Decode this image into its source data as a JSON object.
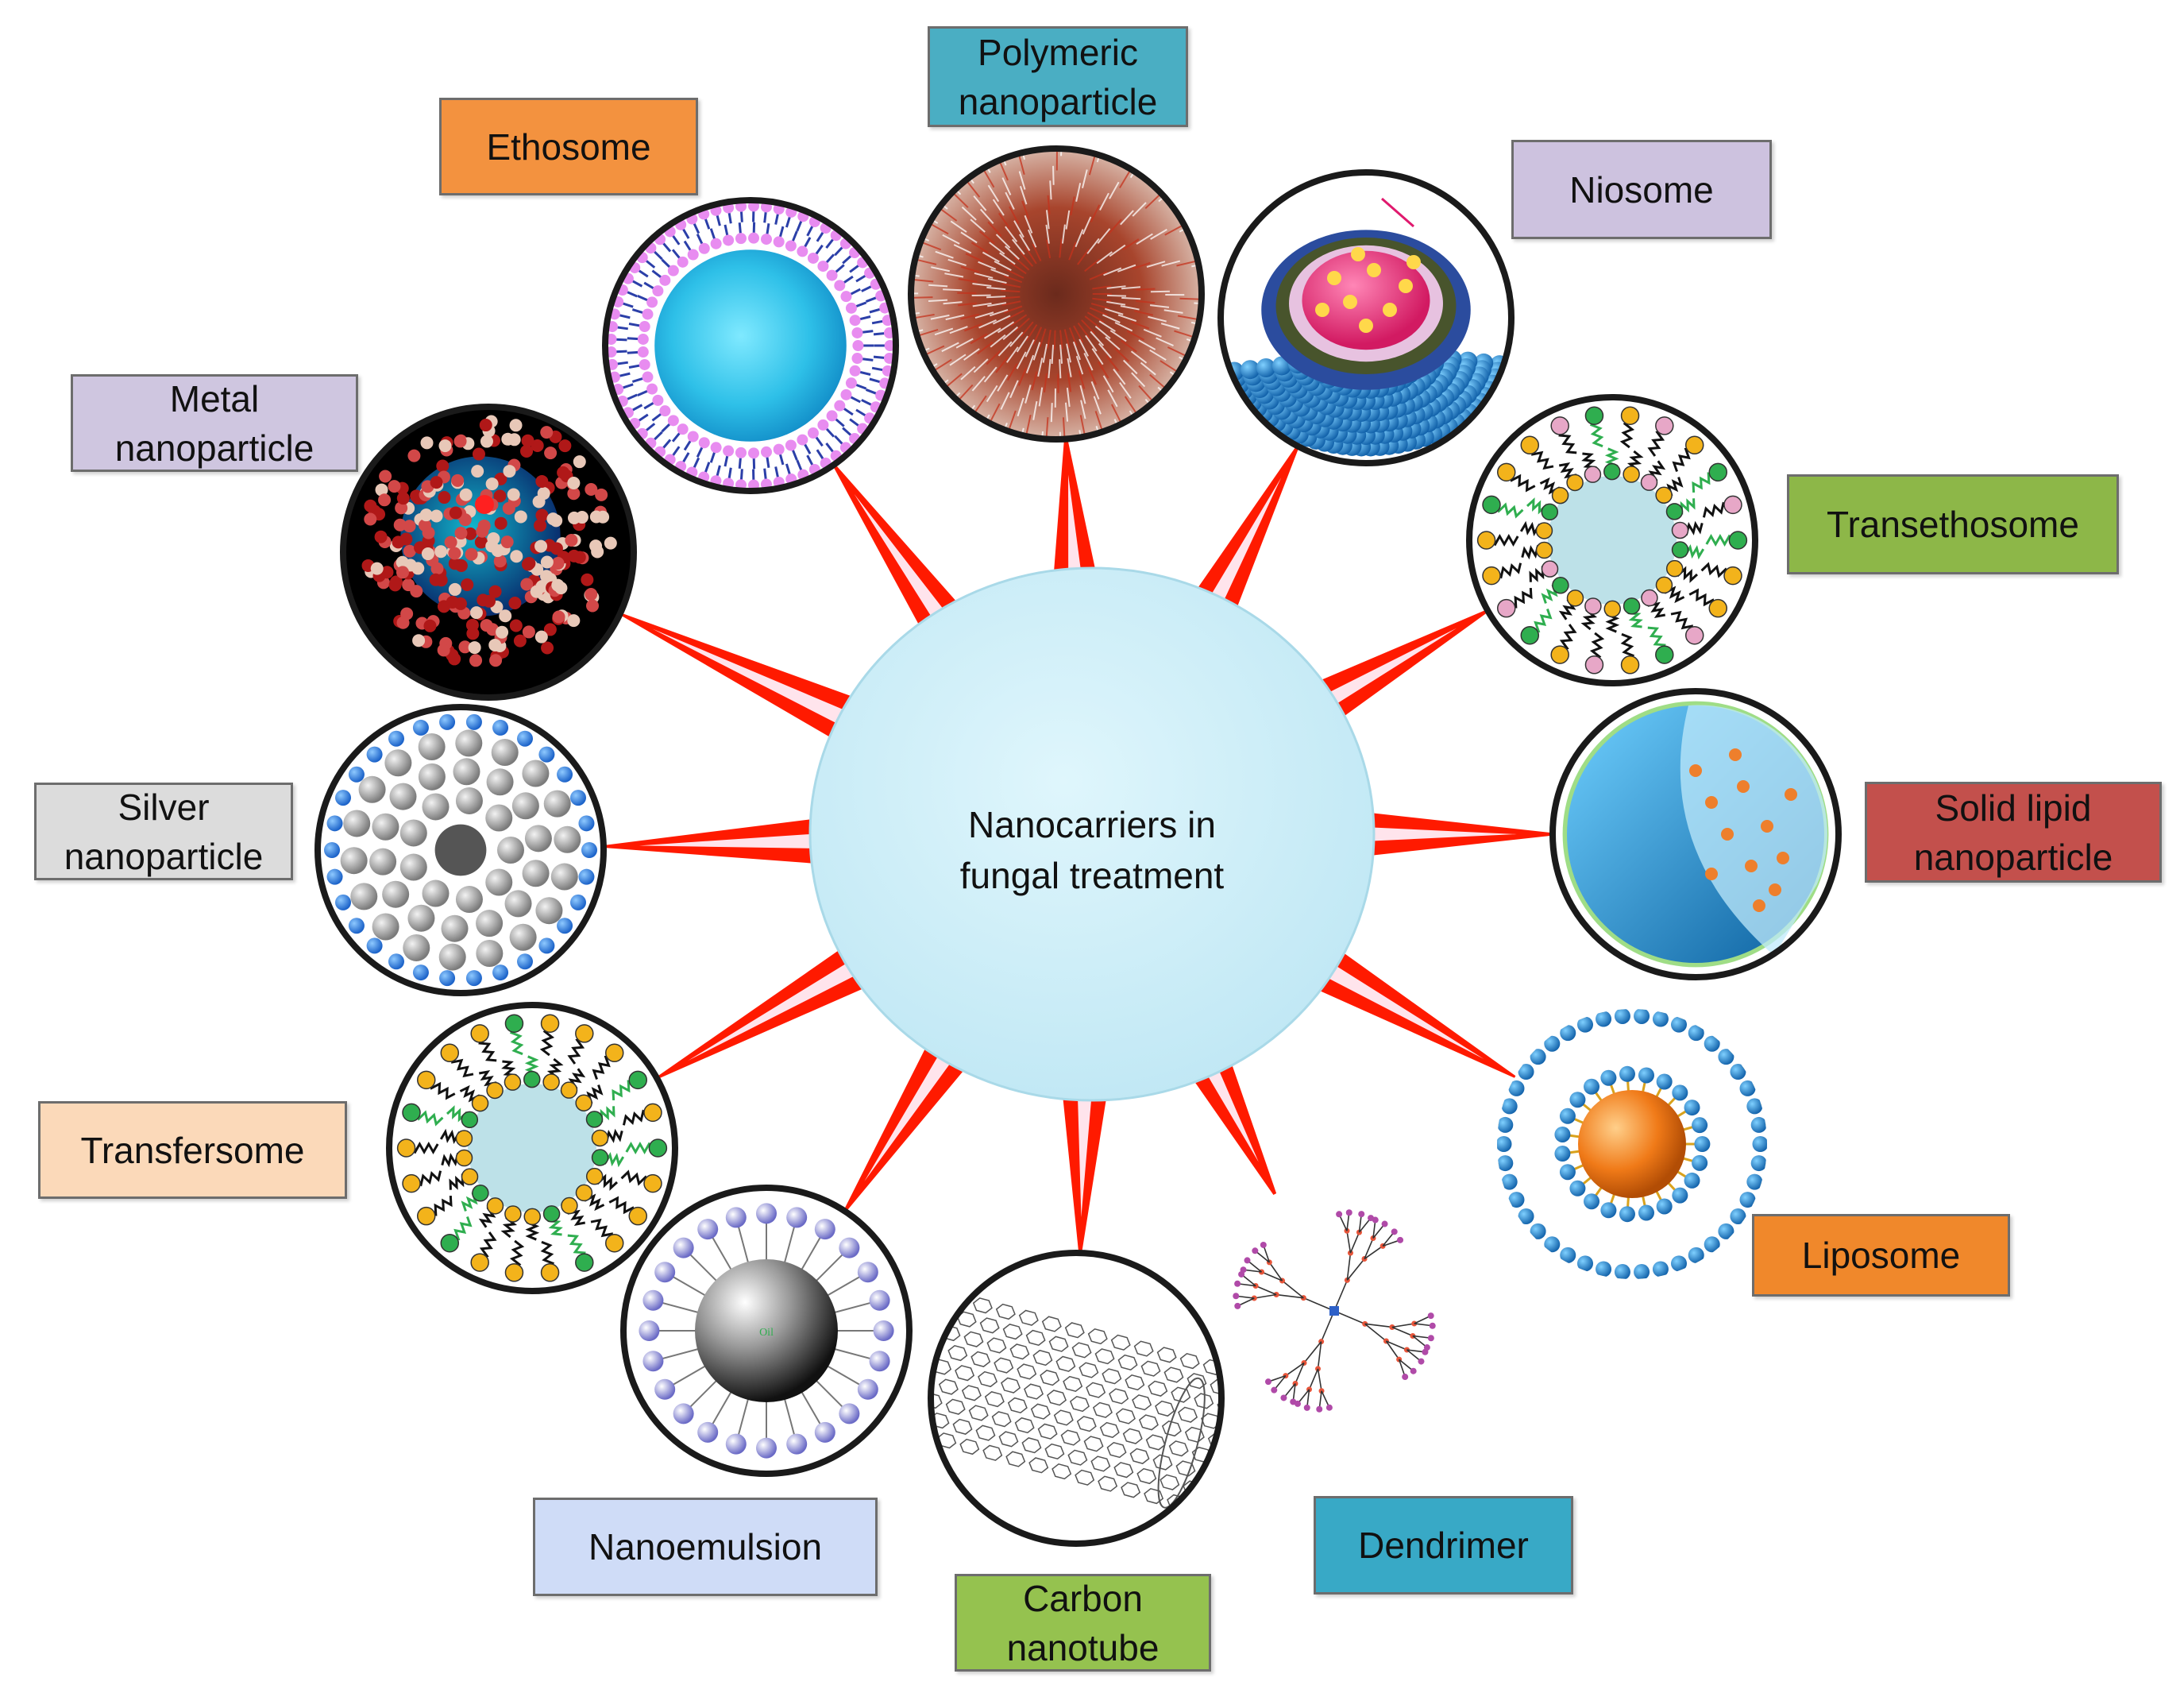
{
  "center": {
    "title": "Nanocarriers  in\nfungal treatment",
    "fill": "#cdeff9"
  },
  "nanocarriers": [
    {
      "id": "polymeric-nanoparticle",
      "label": "Polymeric\nnanoparticle",
      "label_color": "#4aaec3",
      "icon": "polymeric-nanoparticle-icon"
    },
    {
      "id": "niosome",
      "label": "Niosome",
      "label_color": "#cdc2df",
      "icon": "niosome-icon"
    },
    {
      "id": "transethosome",
      "label": "Transethosome",
      "label_color": "#8db748",
      "icon": "transethosome-icon"
    },
    {
      "id": "solid-lipid-nanoparticle",
      "label": "Solid lipid\nnanoparticle",
      "label_color": "#c3504c",
      "icon": "solid-lipid-nanoparticle-icon"
    },
    {
      "id": "liposome",
      "label": "Liposome",
      "label_color": "#f0882b",
      "icon": "liposome-icon"
    },
    {
      "id": "dendrimer",
      "label": "Dendrimer",
      "label_color": "#38a9c6",
      "icon": "dendrimer-icon"
    },
    {
      "id": "carbon-nanotube",
      "label": "Carbon\nnanotube",
      "label_color": "#95c24f",
      "icon": "carbon-nanotube-icon"
    },
    {
      "id": "nanoemulsion",
      "label": "Nanoemulsion",
      "label_color": "#cfdcf7",
      "icon": "nanoemulsion-icon"
    },
    {
      "id": "transfersome",
      "label": "Transfersome",
      "label_color": "#fbd9b9",
      "icon": "transfersome-icon"
    },
    {
      "id": "silver-nanoparticle",
      "label": "Silver\nnanoparticle",
      "label_color": "#dcdcdc",
      "icon": "silver-nanoparticle-icon"
    },
    {
      "id": "metal-nanoparticle",
      "label": "Metal\nnanoparticle",
      "label_color": "#cfc6e0",
      "icon": "metal-nanoparticle-icon"
    },
    {
      "id": "ethosome",
      "label": "Ethosome",
      "label_color": "#f3923f",
      "icon": "ethosome-icon"
    }
  ],
  "nanoemulsion_core_text": "Oil",
  "colors": {
    "spike": "#ff1a00",
    "spike_inner": "#ffe4ec",
    "circle_border": "#1a1a1a"
  }
}
